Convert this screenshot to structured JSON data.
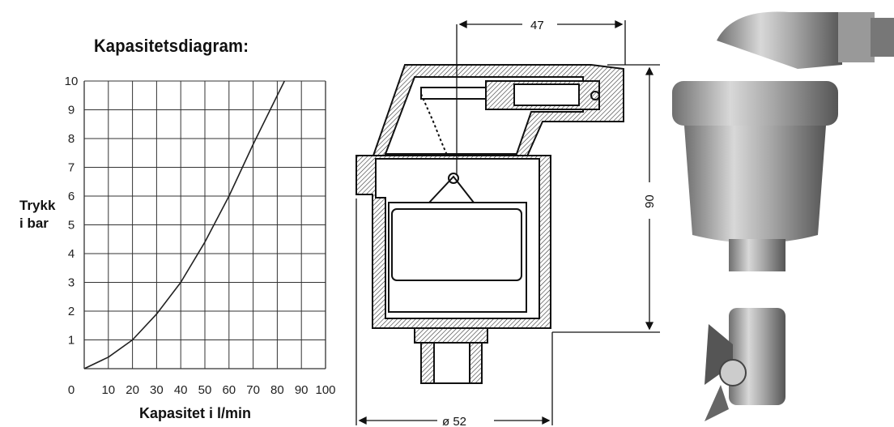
{
  "chart_data": {
    "type": "line",
    "title": "Kapasitetsdiagram:",
    "xlabel": "Kapasitet i l/min",
    "ylabel_lines": [
      "Trykk",
      "i bar"
    ],
    "xlim": [
      0,
      100
    ],
    "ylim": [
      0,
      10
    ],
    "x_ticks": [
      0,
      10,
      20,
      30,
      40,
      50,
      60,
      70,
      80,
      90,
      100
    ],
    "y_ticks": [
      1,
      2,
      3,
      4,
      5,
      6,
      7,
      8,
      9,
      10
    ],
    "grid": true,
    "series": [
      {
        "x": [
          0,
          10,
          20,
          30,
          40,
          50,
          60,
          70,
          80,
          83
        ],
        "y": [
          0,
          0.4,
          1.0,
          1.9,
          3.0,
          4.4,
          6.0,
          7.8,
          9.5,
          10
        ],
        "color": "#222222"
      }
    ]
  },
  "drawing": {
    "dim_width_top": "47",
    "dim_height": "90",
    "dim_diameter": "ø 52"
  },
  "photos": {
    "vent_icon": "air-vent-photo",
    "valve_icon": "isolating-valve-photo"
  }
}
